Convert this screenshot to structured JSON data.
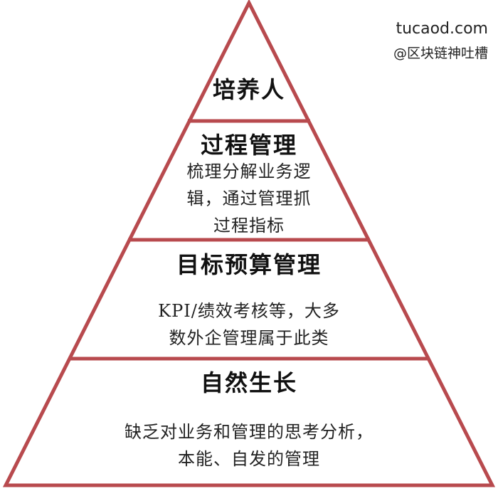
{
  "watermark": {
    "site": "tucaod.com",
    "handle": "@区块链神吐槽"
  },
  "colors": {
    "border": "#b84a4e",
    "fill": "#ffffff",
    "text": "#111111"
  },
  "levels": [
    {
      "title": "培养人",
      "desc": []
    },
    {
      "title": "过程管理",
      "desc": [
        "梳理分解业务逻",
        "辑，通过管理抓",
        "过程指标"
      ]
    },
    {
      "title": "目标预算管理",
      "desc": [
        "KPI/绩效考核等，大多",
        "数外企管理属于此类"
      ]
    },
    {
      "title": "自然生长",
      "desc": [
        "缺乏对业务和管理的思考分析，",
        "本能、自发的管理"
      ]
    }
  ]
}
